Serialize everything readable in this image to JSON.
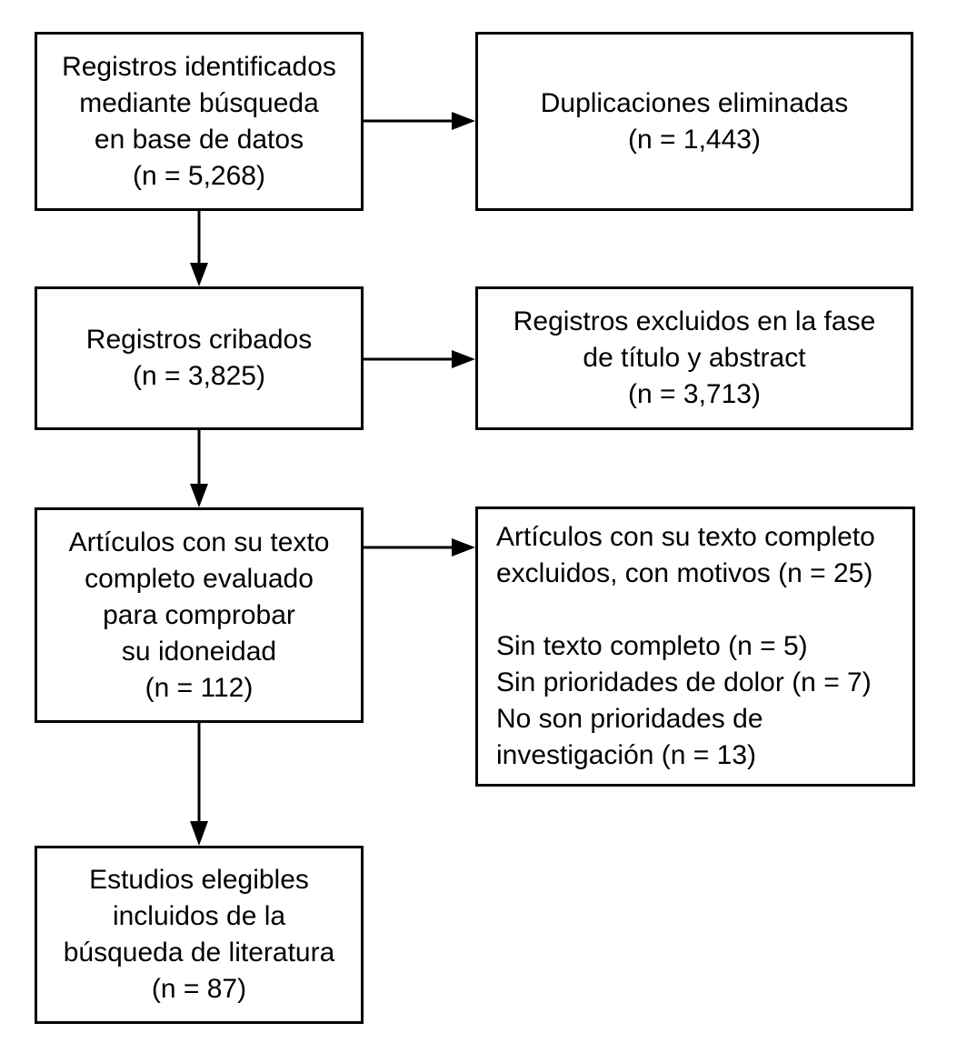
{
  "colors": {
    "background": "#ffffff",
    "box_border": "#000000",
    "text": "#000000",
    "arrow": "#000000"
  },
  "flowchart": {
    "type": "prisma-flow-diagram",
    "language": "es",
    "boxes": [
      {
        "name": "records-identified",
        "n": "5,268",
        "text": "Registros identificados\nmediante búsqueda\nen base de datos\n(n = 5,268)"
      },
      {
        "name": "duplicates-removed",
        "n": "1,443",
        "text": "Duplicaciones eliminadas\n(n = 1,443)"
      },
      {
        "name": "records-screened",
        "n": "3,825",
        "text": "Registros cribados\n(n = 3,825)"
      },
      {
        "name": "records-excluded-title-abstract",
        "n": "3,713",
        "text": "Registros excluidos en la fase\nde título y abstract\n(n = 3,713)"
      },
      {
        "name": "fulltext-assessed",
        "n": "112",
        "text": "Artículos con su texto\ncompleto evaluado\npara comprobar\nsu idoneidad\n(n = 112)"
      },
      {
        "name": "fulltext-excluded-reasons",
        "n": "25",
        "reasons": [
          {
            "label": "Sin texto completo",
            "n": "5"
          },
          {
            "label": "Sin prioridades de dolor",
            "n": "7"
          },
          {
            "label": "No son prioridades de investigación",
            "n": "13"
          }
        ],
        "text": "Artículos con su texto completo\nexcluidos, con motivos (n = 25)\n\nSin texto completo (n = 5)\nSin prioridades de dolor (n = 7)\nNo son prioridades de\ninvestigación (n = 13)"
      },
      {
        "name": "studies-included",
        "n": "87",
        "text": "Estudios elegibles\nincluidos de la\nbúsqueda de literatura\n(n = 87)"
      }
    ],
    "arrows": [
      {
        "from": "records-identified",
        "to": "duplicates-removed",
        "direction": "right"
      },
      {
        "from": "records-identified",
        "to": "records-screened",
        "direction": "down"
      },
      {
        "from": "records-screened",
        "to": "records-excluded-title-abstract",
        "direction": "right"
      },
      {
        "from": "records-screened",
        "to": "fulltext-assessed",
        "direction": "down"
      },
      {
        "from": "fulltext-assessed",
        "to": "fulltext-excluded-reasons",
        "direction": "right"
      },
      {
        "from": "fulltext-assessed",
        "to": "studies-included",
        "direction": "down"
      }
    ]
  }
}
